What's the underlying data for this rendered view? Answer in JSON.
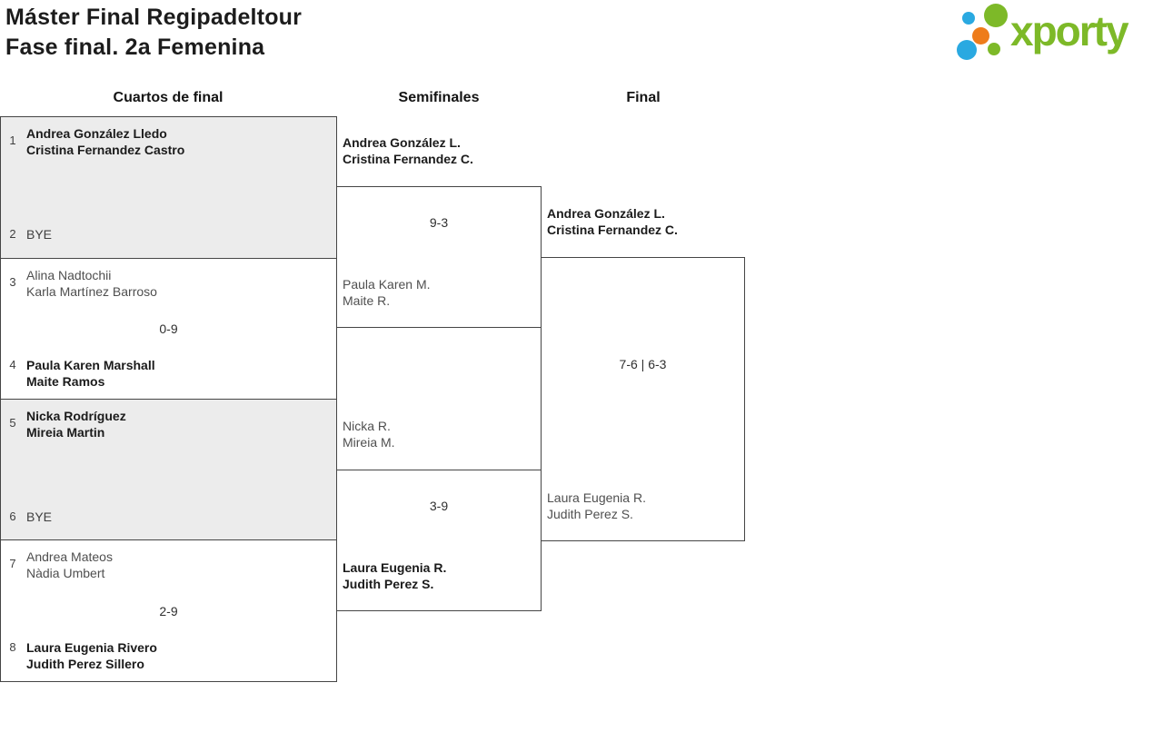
{
  "header": {
    "title_line1": "Máster Final Regipadeltour",
    "title_line2": "Fase final. 2a Femenina",
    "logo_text": "xporty"
  },
  "colors": {
    "logo_green": "#7db928",
    "logo_blue": "#2aa9e1",
    "logo_orange": "#ee7c1b",
    "block_shade": "#ececec",
    "border": "#454545"
  },
  "rounds": {
    "quarterfinals_label": "Cuartos de final",
    "semifinals_label": "Semifinales",
    "final_label": "Final"
  },
  "chart_data": {
    "type": "table",
    "title": "Máster Final Regipadeltour — Fase final. 2a Femenina (bracket)"
  },
  "qf": [
    {
      "seed_top": "1",
      "top_line1": "Andrea González Lledo",
      "top_line2": "Cristina Fernandez Castro",
      "seed_bottom": "2",
      "bottom_line1": "BYE",
      "bottom_line2": "",
      "score": ""
    },
    {
      "seed_top": "3",
      "top_line1": "Alina Nadtochii",
      "top_line2": "Karla Martínez Barroso",
      "seed_bottom": "4",
      "bottom_line1": "Paula Karen Marshall",
      "bottom_line2": "Maite Ramos",
      "score": "0-9"
    },
    {
      "seed_top": "5",
      "top_line1": "Nicka Rodríguez",
      "top_line2": "Mireia Martin",
      "seed_bottom": "6",
      "bottom_line1": "BYE",
      "bottom_line2": "",
      "score": ""
    },
    {
      "seed_top": "7",
      "top_line1": "Andrea Mateos",
      "top_line2": "Nàdia Umbert",
      "seed_bottom": "8",
      "bottom_line1": "Laura Eugenia Rivero",
      "bottom_line2": "Judith Perez Sillero",
      "score": "2-9"
    }
  ],
  "sf": [
    {
      "top_line1": "Andrea González L.",
      "top_line2": "Cristina Fernandez C.",
      "score": "9-3",
      "bottom_line1": "Paula Karen M.",
      "bottom_line2": "Maite R."
    },
    {
      "top_line1": "Nicka R.",
      "top_line2": "Mireia M.",
      "score": "3-9",
      "bottom_line1": "Laura Eugenia R.",
      "bottom_line2": "Judith Perez S."
    }
  ],
  "final": {
    "top_line1": "Andrea González L.",
    "top_line2": "Cristina Fernandez C.",
    "score": "7-6 | 6-3",
    "bottom_line1": "Laura Eugenia R.",
    "bottom_line2": "Judith Perez S."
  }
}
